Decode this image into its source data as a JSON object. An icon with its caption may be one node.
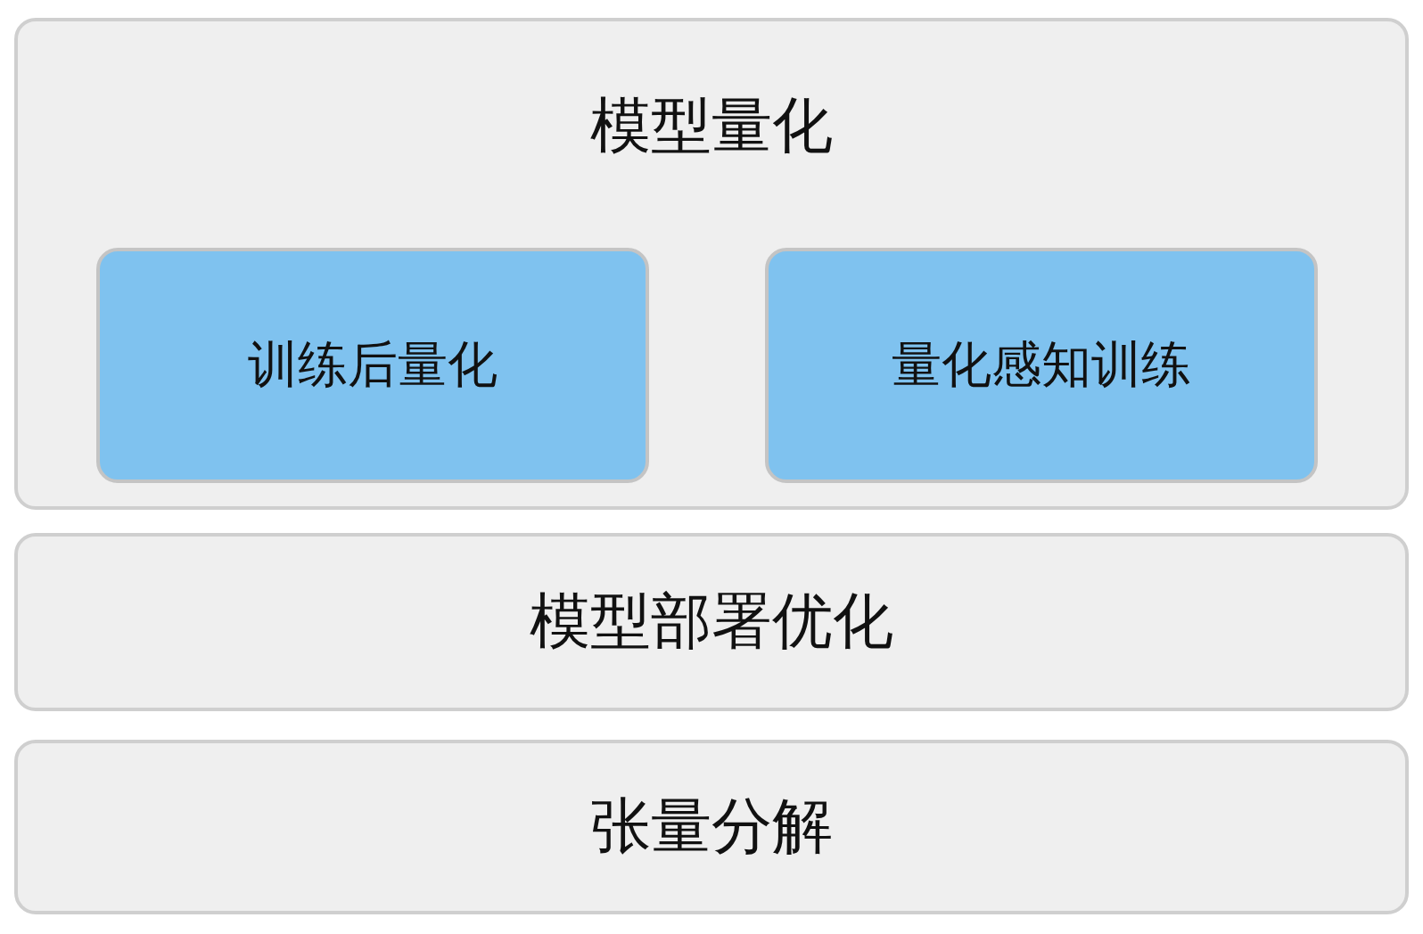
{
  "diagram": {
    "nodes": [
      {
        "text": [
          "模型量化"
        ]
      },
      {
        "text": [
          "训练后量化"
        ],
        "in": 0
      },
      {
        "text": [
          "量化感知训练"
        ],
        "in": 0
      },
      {
        "text": [
          "模型部署优化"
        ]
      },
      {
        "text": [
          "张量分解"
        ]
      }
    ]
  }
}
